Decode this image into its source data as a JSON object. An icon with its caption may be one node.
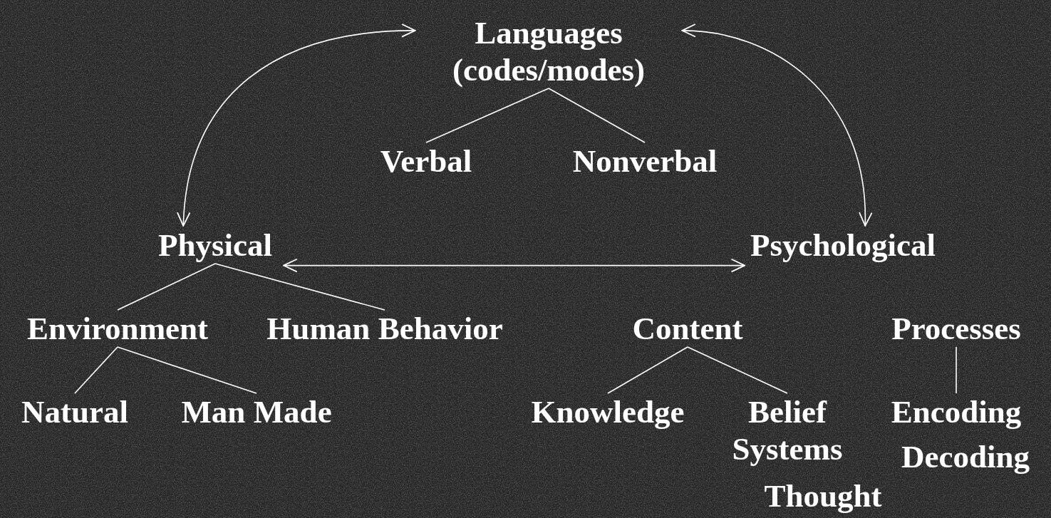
{
  "diagram": {
    "nodes": [
      {
        "text": [
          "Languages (codes/modes)"
        ]
      },
      {
        "text": [
          "Verbal"
        ]
      },
      {
        "text": [
          "Nonverbal"
        ]
      },
      {
        "text": [
          "Physical"
        ]
      },
      {
        "text": [
          "Psychological"
        ]
      },
      {
        "text": [
          "Environment"
        ]
      },
      {
        "text": [
          "Human Behavior"
        ]
      },
      {
        "text": [
          "Content"
        ]
      },
      {
        "text": [
          "Processes"
        ]
      },
      {
        "text": [
          "Natural"
        ]
      },
      {
        "text": [
          "Man Made"
        ]
      },
      {
        "text": [
          "Knowledge"
        ]
      },
      {
        "text": [
          "Belief Systems"
        ]
      },
      {
        "text": [
          "Encoding"
        ]
      }
    ],
    "edges": [
      {
        "from": 0,
        "to": 1,
        "arrow": "none"
      },
      {
        "from": 0,
        "to": 2,
        "arrow": "none"
      },
      {
        "from": 3,
        "to": 0,
        "arrow": "both"
      },
      {
        "from": 4,
        "to": 0,
        "arrow": "both"
      },
      {
        "from": 3,
        "to": 4,
        "arrow": "both"
      },
      {
        "from": 3,
        "to": 5,
        "arrow": "none"
      },
      {
        "from": 3,
        "to": 6,
        "arrow": "none"
      },
      {
        "from": 5,
        "to": 9,
        "arrow": "none"
      },
      {
        "from": 5,
        "to": 10,
        "arrow": "none"
      },
      {
        "from": 7,
        "to": 11,
        "arrow": "none"
      },
      {
        "from": 7,
        "to": 12,
        "arrow": "none"
      },
      {
        "from": 8,
        "to": 13,
        "arrow": "none"
      }
    ],
    "labels": [
      "Decoding",
      "Thought"
    ]
  }
}
